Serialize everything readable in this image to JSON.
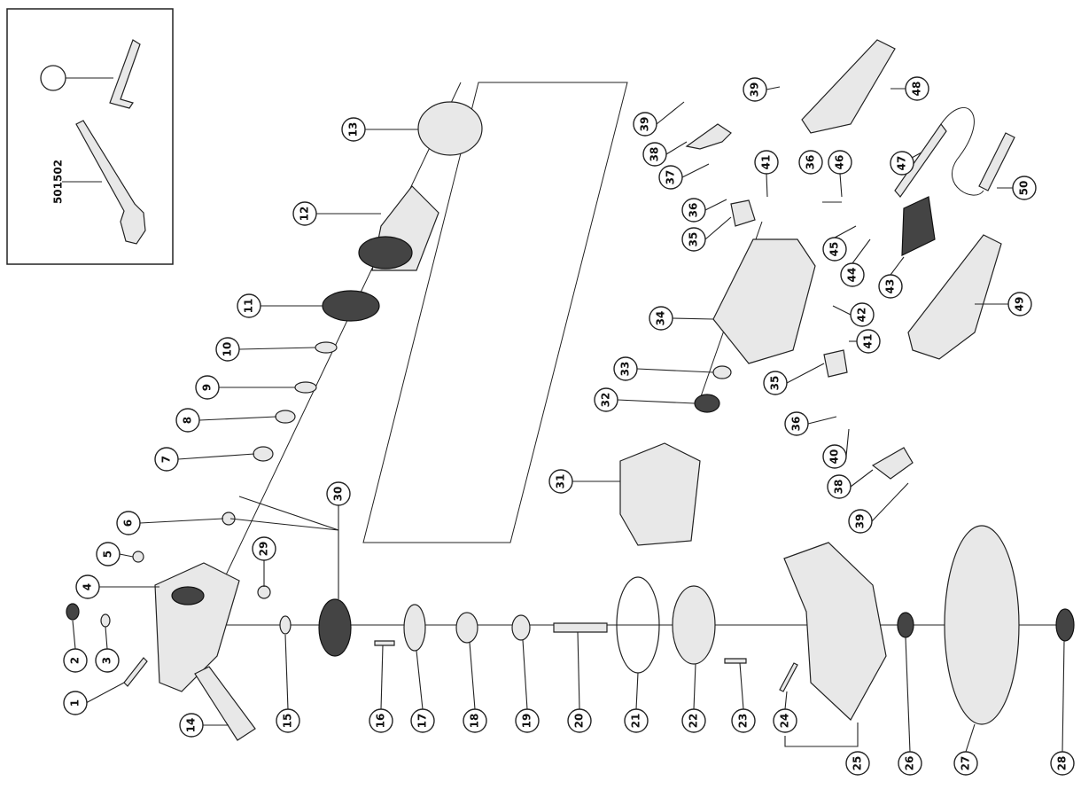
{
  "inset": {
    "tool_number": "501502"
  },
  "parts": [
    "1",
    "2",
    "3",
    "4",
    "5",
    "6",
    "7",
    "8",
    "9",
    "10",
    "11",
    "12",
    "13",
    "14",
    "15",
    "16",
    "17",
    "18",
    "19",
    "20",
    "21",
    "22",
    "23",
    "24",
    "25",
    "26",
    "27",
    "28",
    "29",
    "30",
    "31",
    "32",
    "33",
    "34",
    "35",
    "36",
    "37",
    "38",
    "39",
    "40",
    "41",
    "42",
    "43",
    "44",
    "45",
    "46",
    "47",
    "48",
    "49",
    "50"
  ]
}
